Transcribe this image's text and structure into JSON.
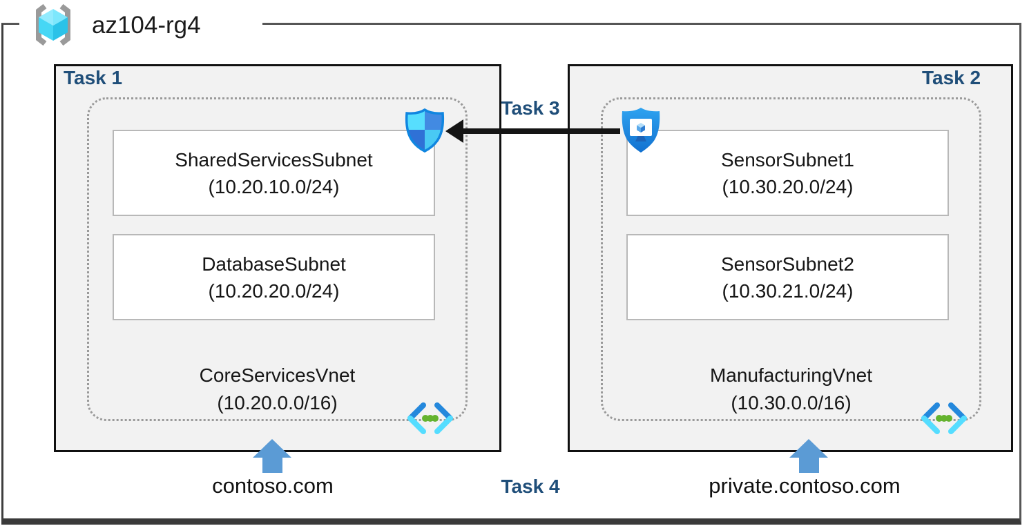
{
  "title": {
    "resource_group": "az104-rg4"
  },
  "vnets": [
    {
      "task_label": "Task 1",
      "name": "CoreServicesVnet",
      "cidr": "(10.20.0.0/16)",
      "subnets": [
        {
          "name": "SharedServicesSubnet",
          "cidr": "(10.20.10.0/24)"
        },
        {
          "name": "DatabaseSubnet",
          "cidr": "(10.20.20.0/24)"
        }
      ],
      "dns_zone": "contoso.com"
    },
    {
      "task_label": "Task 2",
      "name": "ManufacturingVnet",
      "cidr": "(10.30.0.0/16)",
      "subnets": [
        {
          "name": "SensorSubnet1",
          "cidr": "(10.30.20.0/24)"
        },
        {
          "name": "SensorSubnet2",
          "cidr": "(10.30.21.0/24)"
        }
      ],
      "dns_zone": "private.contoso.com"
    }
  ],
  "annotations": {
    "task3_label": "Task 3",
    "task4_label": "Task 4"
  },
  "icons": {
    "resource_group": "resource-group-brackets-cube-icon",
    "network_security_group": "nsg-shield-icon",
    "application_security_group": "asg-shield-monitor-icon",
    "virtual_network": "vnet-chevrons-dots-icon",
    "dns_arrow": "blue-up-arrow",
    "task3_arrow": "black-left-arrow"
  },
  "colors": {
    "task_label": "#1F4E79",
    "box_fill": "#F2F2F2",
    "box_border": "#101010",
    "dotted_border": "#9A9A9A",
    "subnet_border": "#B8B8B8",
    "dns_arrow": "#5B9BD5",
    "task3_arrow": "#151515",
    "nsg_outline": "#1186E0",
    "vnet_dot_green": "#64B32E",
    "frame_border": "#565656"
  }
}
